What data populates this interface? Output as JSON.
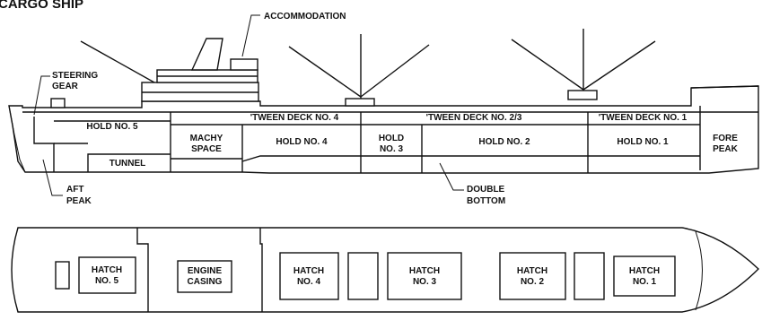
{
  "header_fragment": "CARGO SHIP",
  "profile": {
    "callouts": {
      "accommodation": "ACCOMMODATION",
      "steering_line1": "STEERING",
      "steering_line2": "GEAR",
      "aft_line1": "AFT",
      "aft_line2": "PEAK",
      "double_line1": "DOUBLE",
      "double_line2": "BOTTOM"
    },
    "compartments": {
      "hold5": "HOLD NO. 5",
      "tunnel": "TUNNEL",
      "machy_line1": "MACHY",
      "machy_line2": "SPACE",
      "tween4": "'TWEEN DECK NO. 4",
      "hold4": "HOLD NO. 4",
      "tween23": "'TWEEN DECK NO. 2/3",
      "hold3_line1": "HOLD",
      "hold3_line2": "NO. 3",
      "hold2": "HOLD NO. 2",
      "tween1": "'TWEEN DECK NO. 1",
      "hold1": "HOLD NO. 1",
      "fore_line1": "FORE",
      "fore_line2": "PEAK"
    }
  },
  "plan": {
    "hatch5_line1": "HATCH",
    "hatch5_line2": "NO. 5",
    "engine_line1": "ENGINE",
    "engine_line2": "CASING",
    "hatch4_line1": "HATCH",
    "hatch4_line2": "NO. 4",
    "hatch3_line1": "HATCH",
    "hatch3_line2": "NO. 3",
    "hatch2_line1": "HATCH",
    "hatch2_line2": "NO. 2",
    "hatch1_line1": "HATCH",
    "hatch1_line2": "NO. 1"
  }
}
